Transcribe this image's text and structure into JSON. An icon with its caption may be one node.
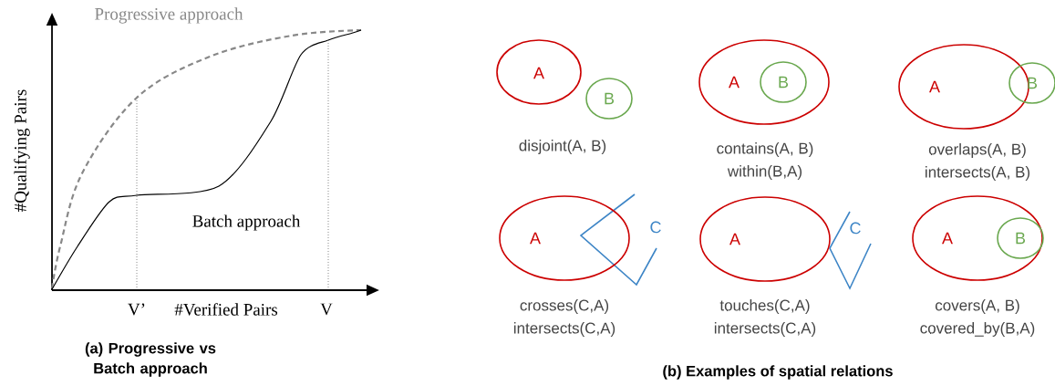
{
  "diagram": {
    "nodes": [
      {
        "text": [
          "A"
        ]
      },
      {
        "text": [
          "B"
        ]
      },
      {
        "text": [
          "A"
        ]
      },
      {
        "text": [
          "B"
        ],
        "in": 2
      },
      {
        "text": [
          "A"
        ]
      },
      {
        "text": [
          "B"
        ]
      },
      {
        "text": [
          "A"
        ]
      },
      {
        "text": [
          "A"
        ]
      },
      {
        "text": [
          "A"
        ]
      },
      {
        "text": [
          "B"
        ],
        "in": 8
      }
    ],
    "labels": [
      "Progressive approach",
      "#Qualifying Pairs",
      "Batch approach",
      "V’",
      "#Verified Pairs",
      "V",
      "(a) Progressive vs Batch approach",
      "disjoint(A, B)",
      "contains(A, B)",
      "within(B,A)",
      "overlaps(A, B)",
      "intersects(A, B)",
      "C",
      "C",
      "crosses(C,A)",
      "intersects(C,A)",
      "touches(C,A)",
      "intersects(C,A)",
      "covers(A, B)",
      "covered_by(B,A)",
      "(b) Examples of spatial relations"
    ]
  }
}
